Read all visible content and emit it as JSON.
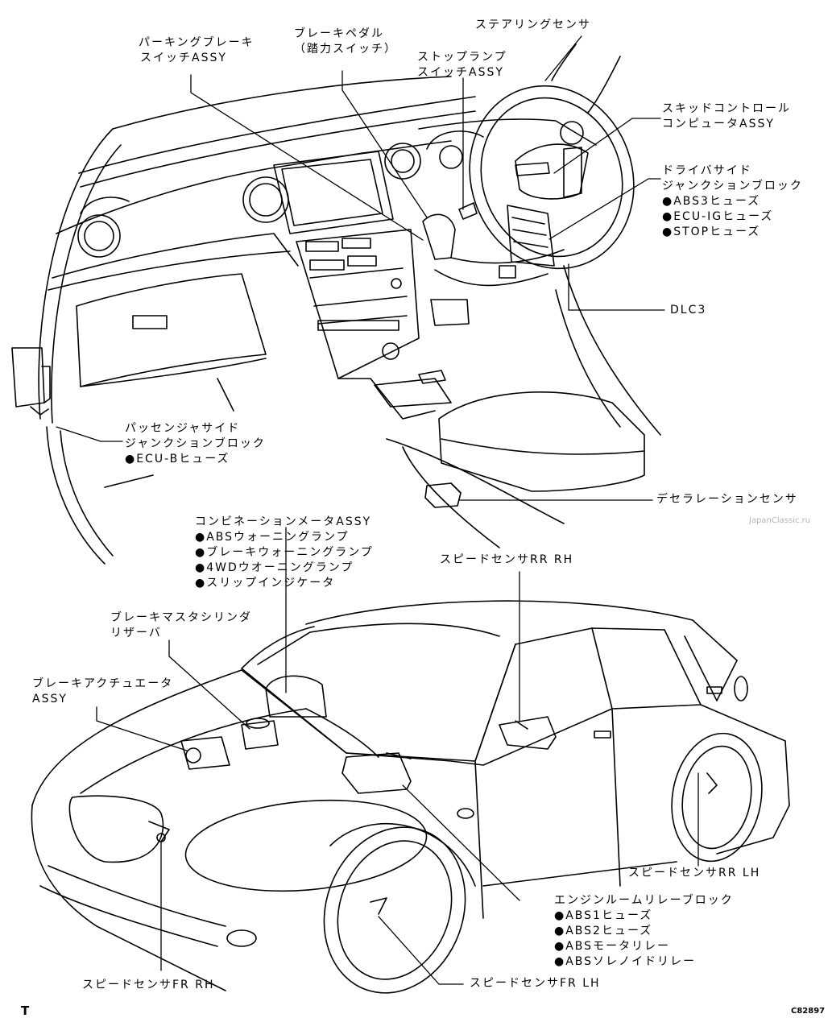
{
  "labels": {
    "parking_brake": [
      "パーキングブレーキ",
      "スイッチASSY"
    ],
    "brake_pedal": [
      "ブレーキペダル",
      "（踏力スイッチ）"
    ],
    "steering_sensor": [
      "ステアリングセンサ"
    ],
    "stop_lamp": [
      "ストップランプ",
      "スイッチASSY"
    ],
    "skid_control": [
      "スキッドコントロール",
      "コンピュータASSY"
    ],
    "driver_jb": [
      "ドライバサイド",
      "ジャンクションブロック",
      "●ABS3ヒューズ",
      "●ECU-IGヒューズ",
      "●STOPヒューズ"
    ],
    "dlc3": [
      "DLC3"
    ],
    "passenger_jb": [
      "パッセンジャサイド",
      "ジャンクションブロック",
      "●ECU-Bヒューズ"
    ],
    "decel_sensor": [
      "デセラレーションセンサ"
    ],
    "combo_meter": [
      "コンビネーションメータASSY",
      "●ABSウォーニングランプ",
      "●ブレーキウォーニングランプ",
      "●4WDウオーニングランプ",
      "●スリップインジケータ"
    ],
    "speed_rr_rh": [
      "スピードセンサRR RH"
    ],
    "brake_reservoir": [
      "ブレーキマスタシリンダ",
      "リザーバ"
    ],
    "actuator": [
      "ブレーキアクチュエータ",
      "ASSY"
    ],
    "speed_rr_lh": [
      "スピードセンサRR LH"
    ],
    "engine_relay": [
      "エンジンルームリレーブロック",
      "●ABS1ヒューズ",
      "●ABS2ヒューズ",
      "●ABSモータリレー",
      "●ABSソレノイドリレー"
    ],
    "speed_fr_rh": [
      "スピードセンサFR RH"
    ],
    "speed_fr_lh": [
      "スピードセンサFR LH"
    ]
  },
  "watermark": "JapanClassic.ru",
  "corner_left": "T",
  "corner_right": "C82897"
}
